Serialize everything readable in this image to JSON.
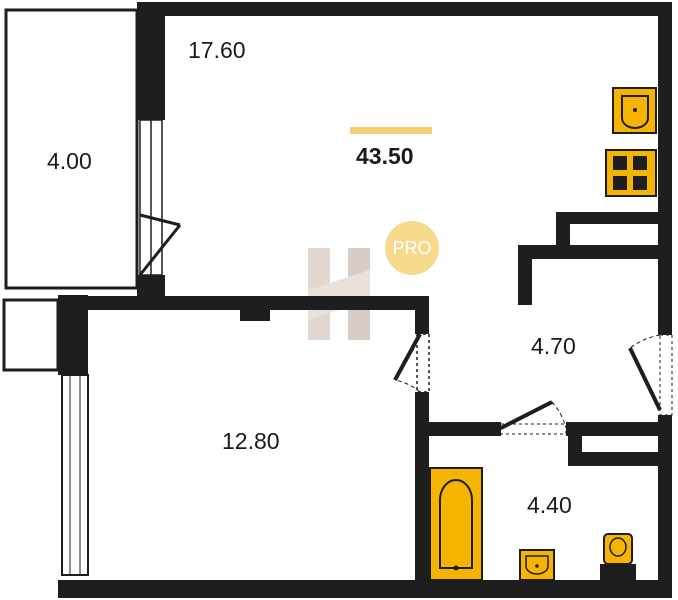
{
  "plan": {
    "total_area": "43.50",
    "rooms": [
      {
        "id": "living",
        "area": "17.60"
      },
      {
        "id": "balcony",
        "area": "4.00"
      },
      {
        "id": "bedroom",
        "area": "12.80"
      },
      {
        "id": "hall",
        "area": "4.70"
      },
      {
        "id": "bathroom",
        "area": "4.40"
      }
    ],
    "badge": "PRO",
    "colors": {
      "wall": "#1e1e1e",
      "fixture": "#f5b400",
      "accent_bar": "#f6cf73",
      "badge": "#f7d98c",
      "logo": "#d9cbc2"
    },
    "icons": [
      "bathtub-icon",
      "sink-icon",
      "stove-icon",
      "toilet-icon",
      "logo-icon"
    ]
  }
}
